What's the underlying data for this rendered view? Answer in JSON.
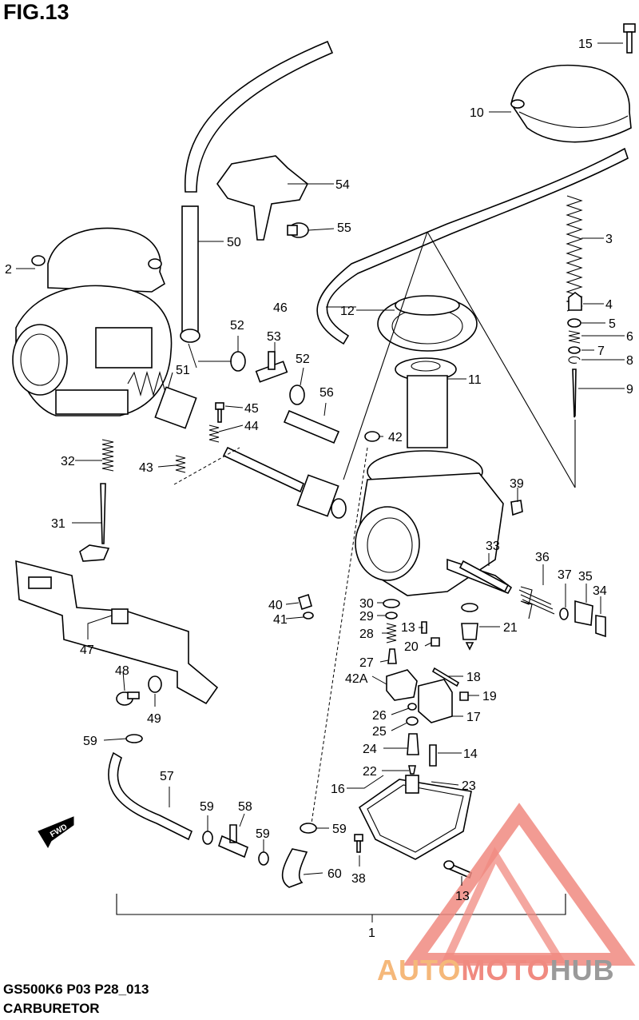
{
  "figure": {
    "title": "FIG.13"
  },
  "caption": {
    "code": "GS500K6 P03 P28_013",
    "name": "CARBURETOR"
  },
  "direction_mark": "FWD",
  "watermark": {
    "brand": "AUTOMOTOHUB",
    "colors": {
      "accent": "#f08a80",
      "auto": "#f5b87a",
      "moto": "#f08a80",
      "hub": "#9a9a9a"
    }
  },
  "callouts": {
    "c1": "1",
    "c2": "2",
    "c3": "3",
    "c4": "4",
    "c5": "5",
    "c6": "6",
    "c7": "7",
    "c8": "8",
    "c9": "9",
    "c10": "10",
    "c11": "11",
    "c12": "12",
    "c13a": "13",
    "c13b": "13",
    "c14": "14",
    "c15": "15",
    "c16": "16",
    "c17": "17",
    "c18": "18",
    "c19": "19",
    "c20": "20",
    "c21": "21",
    "c22": "22",
    "c23": "23",
    "c24": "24",
    "c25": "25",
    "c26": "26",
    "c27": "27",
    "c28": "28",
    "c29": "29",
    "c30": "30",
    "c31": "31",
    "c32": "32",
    "c33": "33",
    "c34": "34",
    "c35": "35",
    "c36": "36",
    "c37": "37",
    "c38": "38",
    "c39": "39",
    "c40": "40",
    "c41": "41",
    "c42": "42",
    "c42a": "42A",
    "c43": "43",
    "c44": "44",
    "c45": "45",
    "c46": "46",
    "c47": "47",
    "c48": "48",
    "c49": "49",
    "c50": "50",
    "c51": "51",
    "c52a": "52",
    "c52b": "52",
    "c53": "53",
    "c54": "54",
    "c55": "55",
    "c56": "56",
    "c57": "57",
    "c58": "58",
    "c59a": "59",
    "c59b": "59",
    "c59c": "59",
    "c59d": "59",
    "c60": "60"
  }
}
